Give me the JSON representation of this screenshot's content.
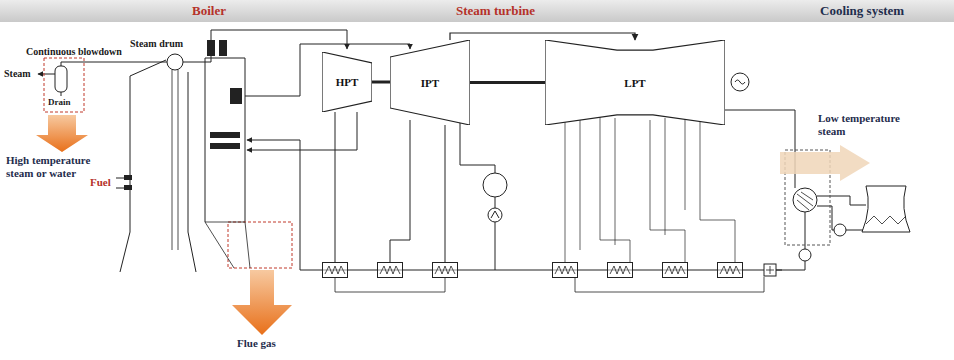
{
  "diagram": {
    "nodes": [
      {
        "text": [
          "Boiler",
          "Steam turbine",
          "Cooling system"
        ]
      },
      {
        "text": [
          "HPT"
        ]
      },
      {
        "text": [
          "IPT"
        ]
      },
      {
        "text": [
          "LPT"
        ]
      }
    ],
    "edges": [
      {
        "from": 1,
        "to": 2,
        "arrow": "none"
      },
      {
        "from": 2,
        "to": 3,
        "arrow": "none"
      },
      {
        "from": 2,
        "to": 3,
        "arrow": "to"
      }
    ],
    "labels": [
      "Steam drum",
      "Continuous blowdown",
      "Steam",
      "Drain",
      "High temperature steam or water",
      "Fuel",
      "Flue gas",
      "Low temperature steam"
    ]
  }
}
